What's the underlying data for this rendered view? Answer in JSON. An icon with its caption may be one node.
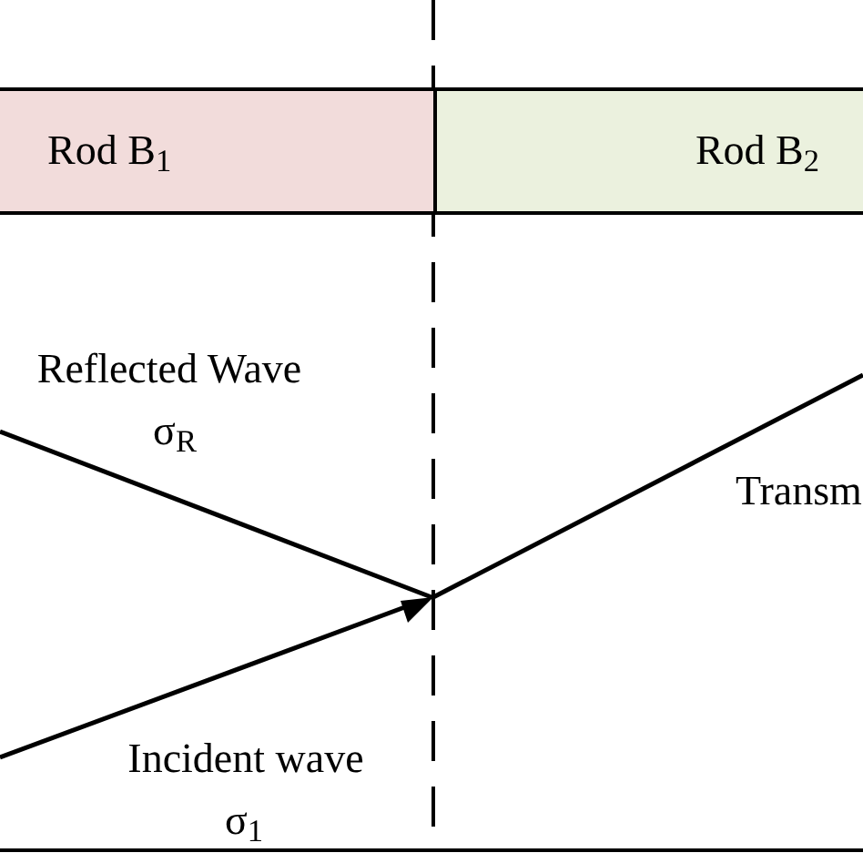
{
  "diagram": {
    "nodes": [
      {
        "text": [
          "Rod B$_{1}$"
        ]
      },
      {
        "text": [
          "Rod B$_{2}$"
        ]
      }
    ],
    "labels": [
      "Reflected Wave",
      "σ$_{R}$",
      "Transm",
      "Incident wave",
      "σ$_{1}$"
    ]
  }
}
